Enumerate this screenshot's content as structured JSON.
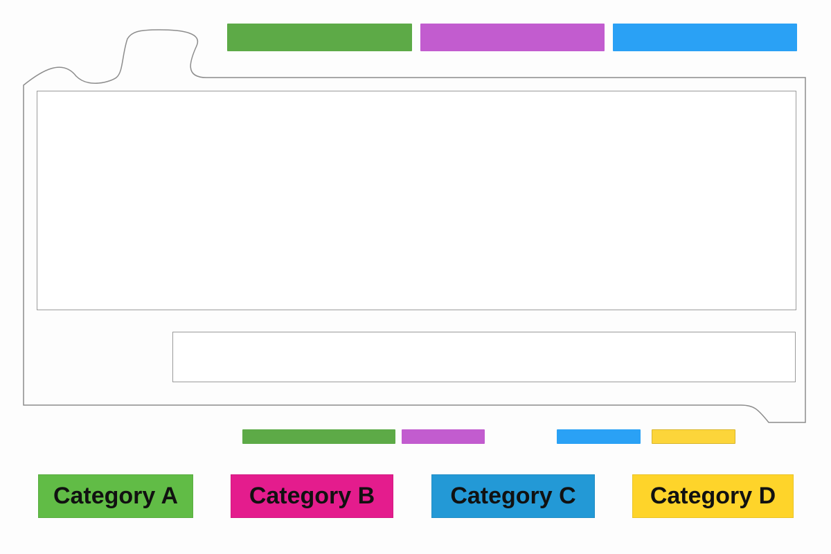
{
  "colors": {
    "a": "#5daa47",
    "a_legend": "#61bc46",
    "b": "#c25ccf",
    "b_legend": "#e41c8d",
    "c": "#2aa1f5",
    "c_legend": "#2399d6",
    "d": "#fcd53a",
    "d_legend": "#fed42a",
    "outline": "#8c8c8c"
  },
  "legend": {
    "a": "Category A",
    "b": "Category B",
    "c": "Category C",
    "d": "Category D"
  }
}
